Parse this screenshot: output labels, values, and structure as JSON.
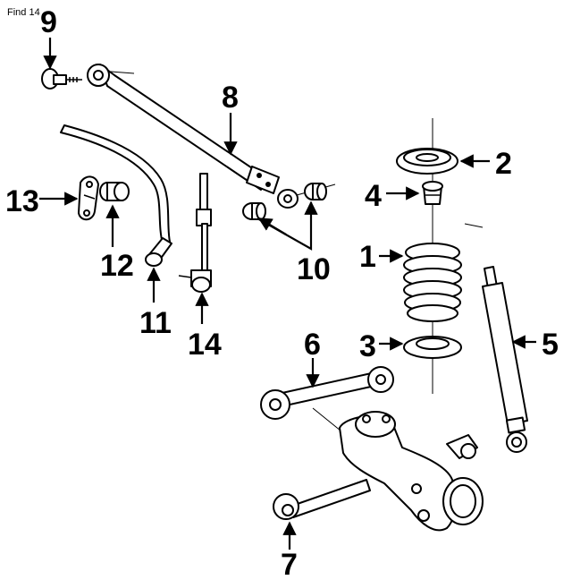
{
  "header": {
    "caption": "Find 14"
  },
  "callouts": {
    "c1": "1",
    "c2": "2",
    "c3": "3",
    "c4": "4",
    "c5": "5",
    "c6": "6",
    "c7": "7",
    "c8": "8",
    "c9": "9",
    "c10": "10",
    "c11": "11",
    "c12": "12",
    "c13": "13",
    "c14": "14"
  }
}
